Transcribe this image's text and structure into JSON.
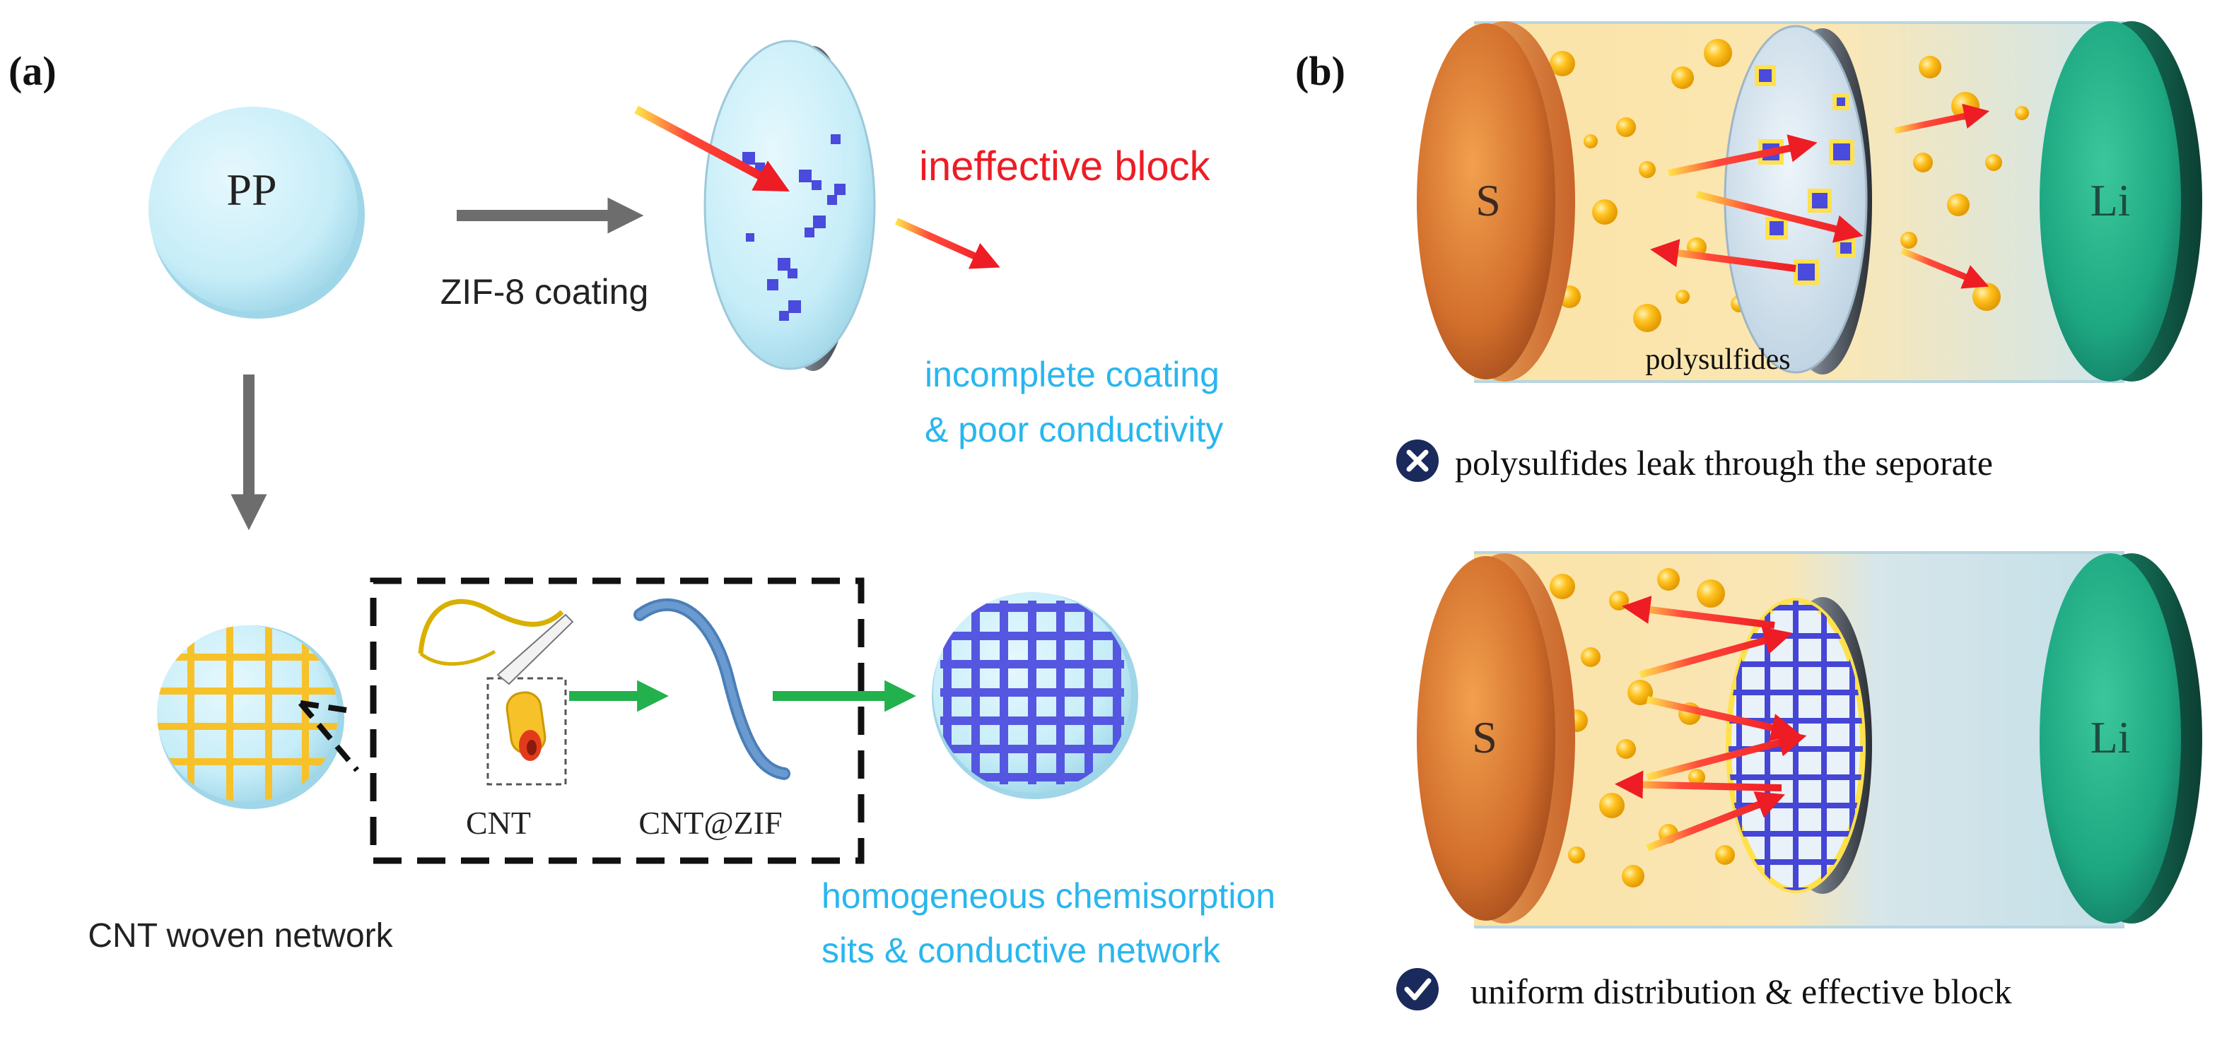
{
  "panel_a": {
    "label": "(a)",
    "pp_label": "PP",
    "coating_label": "ZIF-8 coating",
    "ineffective_label": "ineffective block",
    "incomplete_line1": "incomplete coating",
    "incomplete_line2": "& poor conductivity",
    "cnt_label": "CNT",
    "cntzif_label": "CNT@ZIF",
    "network_label": "CNT woven network",
    "homogeneous_line1": "homogeneous chemisorption",
    "homogeneous_line2": "sits & conductive network"
  },
  "panel_b": {
    "label": "(b)",
    "top_cell": {
      "left_electrode": "S",
      "right_electrode": "Li",
      "polysulfides_label": "polysulfides"
    },
    "caption_bad": "polysulfides  leak through the seporate",
    "bottom_cell": {
      "left_electrode": "S",
      "right_electrode": "Li"
    },
    "caption_good": "uniform distribution & effective block"
  },
  "colors": {
    "red_text": "#ee1c24",
    "cyan_text": "#29b6ee",
    "disk_fill": "#c9eef8",
    "arrow_gray": "#6d6d6d",
    "arrow_green": "#22b14c",
    "cnt_yellow": "#f7c12a",
    "zif_blue": "#4f4fe0",
    "sulfur_orange": "#c8642a",
    "lithium_green": "#1ea882",
    "electrolyte": "#f8e6b0",
    "icon_navy": "#1a2a5c"
  }
}
